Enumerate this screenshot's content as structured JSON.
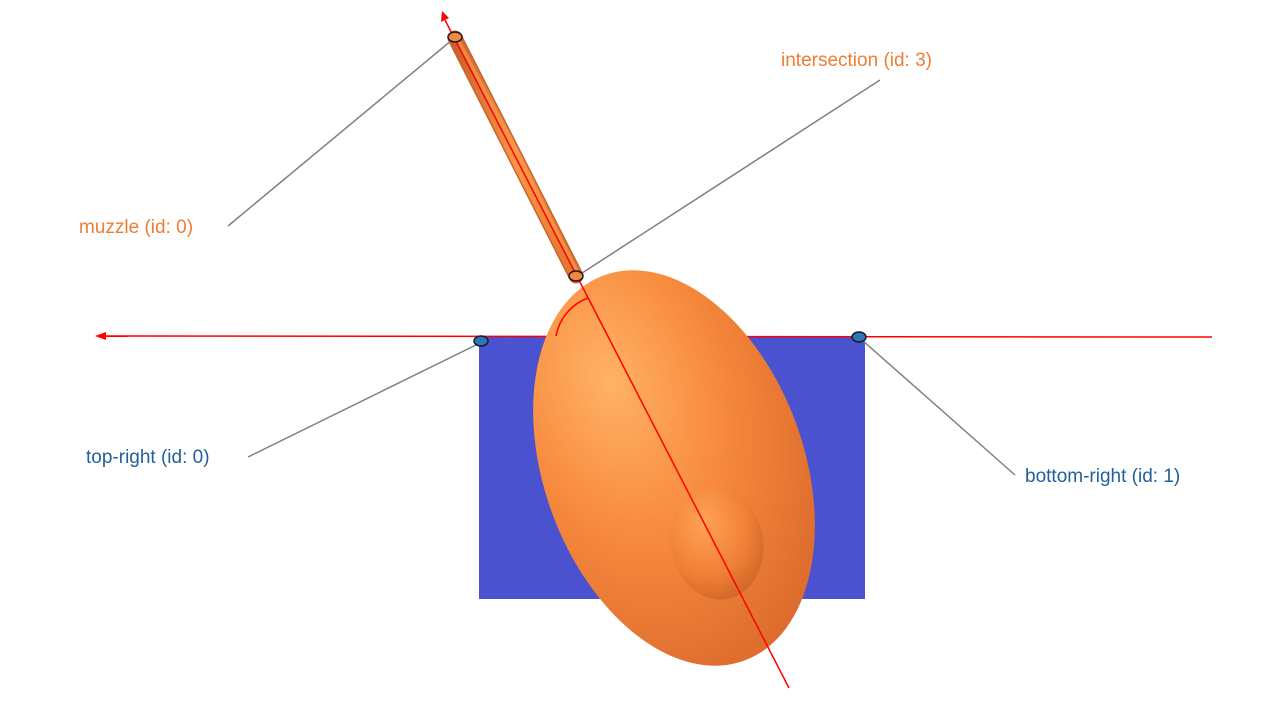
{
  "labels": {
    "muzzle": "muzzle (id: 0)",
    "intersection": "intersection (id: 3)",
    "top_right": "top-right (id: 0)",
    "bottom_right": "bottom-right (id: 1)"
  },
  "colors": {
    "orange_label": "#ED7D31",
    "blue_label": "#1F5F9A",
    "orange_body": "#F58A3C",
    "blue_rect": "#4A52CF",
    "axis_line": "#FF0000",
    "leader_line": "#808080"
  }
}
